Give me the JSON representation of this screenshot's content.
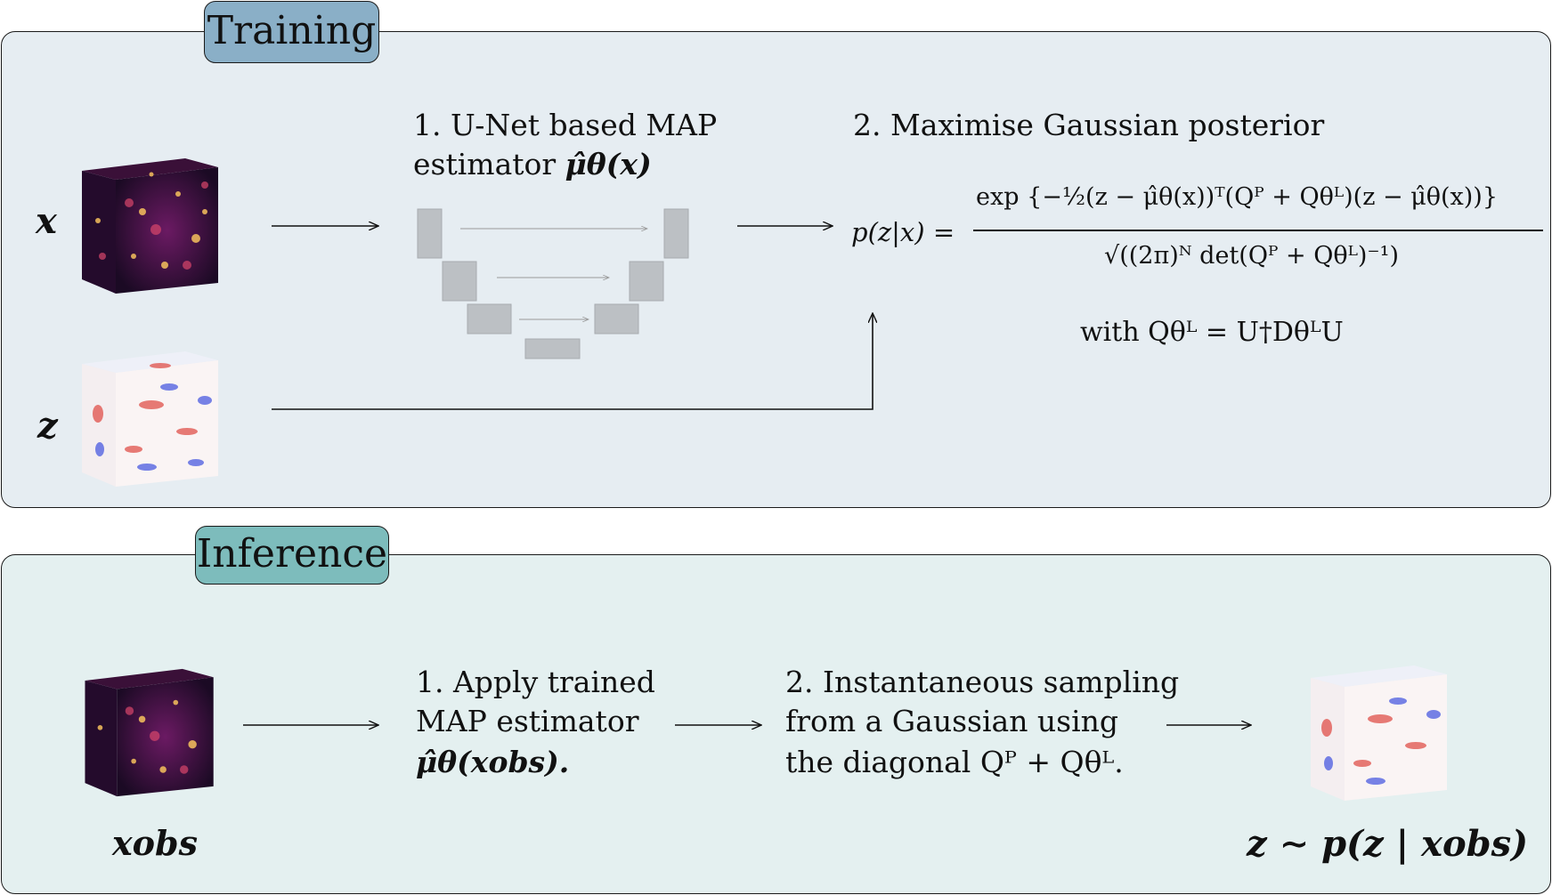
{
  "training": {
    "tab_label": "Training",
    "var_x": "x",
    "var_z": "z",
    "step1_line1": "1. U-Net based MAP",
    "step1_line2_prefix": "estimator ",
    "step1_estimator": "μ̂θ(x)",
    "step2_title": "2. Maximise Gaussian posterior",
    "posterior_lhs": "p(z|x) =",
    "posterior_numerator": "exp {−½(z − μ̂θ(x))ᵀ(Qᴾ + Qθᴸ)(z − μ̂θ(x))}",
    "posterior_denominator": "√((2π)ᴺ det(Qᴾ + Qθᴸ)⁻¹)",
    "with_clause": "with Qθᴸ = U†DθᴸU"
  },
  "inference": {
    "tab_label": "Inference",
    "input_label": "xobs",
    "step1_line1": "1. Apply trained",
    "step1_line2": "MAP estimator",
    "step1_line3": "μ̂θ(xobs).",
    "step2_line1": "2. Instantaneous sampling",
    "step2_line2": "from a Gaussian using",
    "step2_line3": "the diagonal Qᴾ + Qθᴸ.",
    "output_label": "z ∼ p(z | xobs)"
  },
  "colors": {
    "training_panel": "#e6edf2",
    "training_tab": "#8aafc7",
    "inference_panel": "#e4f0f0",
    "inference_tab": "#7dbcbc",
    "unet_block": "#bcc0c4"
  },
  "icons": {
    "density_cube": "magma-density-cube",
    "field_cube": "red-blue-field-cube",
    "unet": "unet-diagram"
  }
}
